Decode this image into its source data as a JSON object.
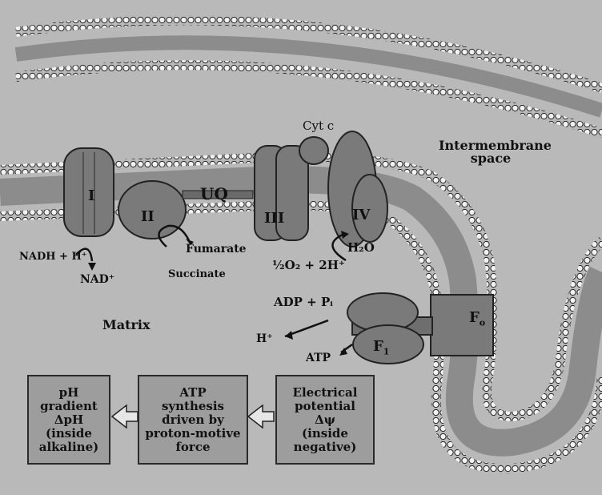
{
  "complexes": {
    "c1": "I",
    "c2": "II",
    "uq": "UQ",
    "c3": "III",
    "c4": "IV",
    "cytc": "Cyt c",
    "fo_main": "F",
    "fo_sub": "o",
    "f1_main": "F",
    "f1_sub": "1"
  },
  "regions": {
    "intermembrane_line1": "Intermembrane",
    "intermembrane_line2": "space",
    "matrix": "Matrix"
  },
  "reactions": {
    "nadh": "NADH + H⁺",
    "nad": "NAD⁺",
    "fumarate": "Fumarate",
    "succinate": "Succinate",
    "oxygen": "½O₂ + 2H⁺",
    "water": "H₂O",
    "adp": "ADP + Pᵢ",
    "hplus": "H⁺",
    "atp": "ATP"
  },
  "boxes": {
    "ph": [
      "pH",
      "gradient",
      "ΔpH",
      "(inside",
      "alkaline)"
    ],
    "atp": [
      "ATP",
      "synthesis",
      "driven by",
      "proton-motive",
      "force"
    ],
    "electrical": [
      "Electrical",
      "potential",
      "Δψ",
      "(inside",
      "negative)"
    ]
  },
  "colors": {
    "background": "#b9b9b9",
    "membrane_head": "#f2f2f2",
    "membrane_core": "#8c8c8c",
    "protein": "#7a7a7a",
    "box_fill": "#9d9d9d"
  }
}
